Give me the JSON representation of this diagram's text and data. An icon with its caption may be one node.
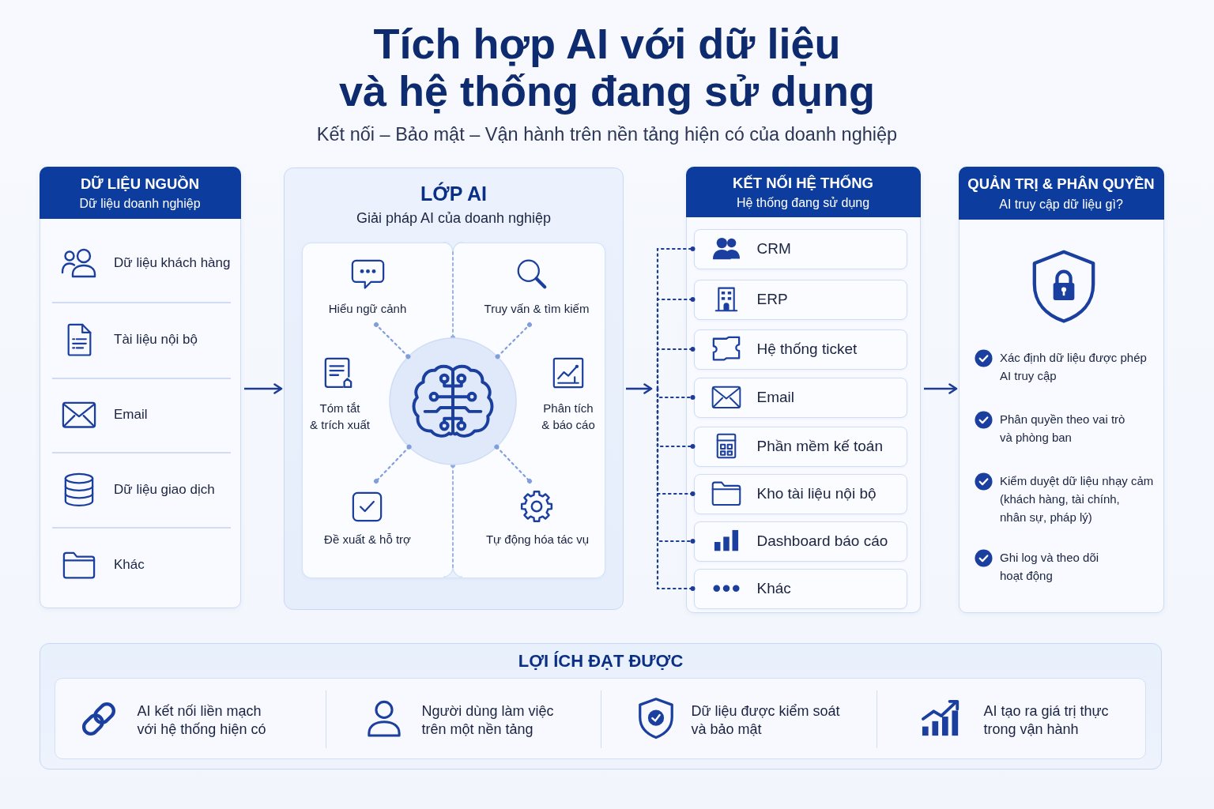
{
  "diagram": {
    "title": "Tích hợp AI với dữ liệu và hệ thống đang sử dụng",
    "nodes": [
      {
        "text": [
          "DỮ LIỆU NGUỒN",
          "Dữ liệu doanh nghiệp",
          "Dữ liệu khách hàng",
          "Tài liệu nội bộ",
          "Email",
          "Dữ liệu giao dịch",
          "Khác"
        ]
      },
      {
        "text": [
          "LỚP AI",
          "Giải pháp AI của doanh nghiệp"
        ]
      },
      {
        "text": [],
        "shape": "box",
        "in": 1
      },
      {
        "text": [
          "Hiểu ngữ cảnh"
        ],
        "in": 2
      },
      {
        "text": [
          "Truy vấn & tìm kiếm"
        ],
        "in": 2
      },
      {
        "text": [
          "Tóm tắt & trích xuất"
        ],
        "in": 2
      },
      {
        "text": [],
        "shape": "circle",
        "in": 2
      },
      {
        "text": [
          "Phân tích & báo cáo"
        ],
        "in": 2
      },
      {
        "text": [
          "Đề xuất & hỗ trợ"
        ],
        "in": 2
      },
      {
        "text": [
          "Tự động hóa tác vụ"
        ],
        "in": 2
      },
      {
        "text": [
          "KẾT NỐI HỆ THỐNG",
          "Hệ thống đang sử dụng"
        ]
      },
      {
        "text": [
          "CRM"
        ],
        "in": 10
      },
      {
        "text": [
          "ERP"
        ],
        "in": 10
      },
      {
        "text": [
          "Hệ thống ticket"
        ],
        "in": 10
      },
      {
        "text": [
          "Email"
        ],
        "in": 10
      },
      {
        "text": [
          "Phần mềm kế toán"
        ],
        "in": 10
      },
      {
        "text": [
          "Kho tài liệu nội bộ"
        ],
        "in": 10
      },
      {
        "text": [
          "Dashboard báo cáo"
        ],
        "in": 10
      },
      {
        "text": [
          "Khác"
        ],
        "in": 10
      },
      {
        "text": [
          "QUẢN TRỊ & PHÂN QUYỀN",
          "AI truy cập dữ liệu gì?",
          "Xác định dữ liệu được phép AI truy cập",
          "Phân quyền theo vai trò và phòng ban",
          "Kiểm duyệt dữ liệu nhạy cảm (khách hàng, tài chính, nhân sự, pháp lý)",
          "Ghi log và theo dõi hoạt động"
        ]
      },
      {
        "text": [
          "LỢI ÍCH ĐẠT ĐƯỢC"
        ]
      },
      {
        "text": [
          "AI kết nối liền mạch với hệ thống hiện có",
          "Người dùng làm việc trên một nền tảng",
          "Dữ liệu được kiểm soát và bảo mật",
          "AI tạo ra giá trị thực trong vận hành"
        ],
        "in": 20
      }
    ],
    "edges": [
      {
        "from": 0,
        "to": 1,
        "arrow": "to"
      },
      {
        "from": 6,
        "to": 3,
        "arrow": "other",
        "style": "dashed",
        "color": "#7f9edb"
      },
      {
        "from": 6,
        "to": 4,
        "arrow": "other",
        "style": "dashed",
        "color": "#7f9edb"
      },
      {
        "from": 6,
        "to": 8,
        "arrow": "other",
        "style": "dashed",
        "color": "#7f9edb"
      },
      {
        "from": 6,
        "to": 9,
        "arrow": "other",
        "style": "dashed",
        "color": "#7f9edb"
      },
      {
        "from": 1,
        "to": null,
        "arrow": "to"
      },
      {
        "from": null,
        "to": 11,
        "arrow": "other",
        "style": "dashed"
      },
      {
        "from": null,
        "to": 12,
        "arrow": "other",
        "style": "dashed"
      },
      {
        "from": null,
        "to": 13,
        "arrow": "other",
        "style": "dashed"
      },
      {
        "from": null,
        "to": 14,
        "arrow": "other",
        "style": "dashed"
      },
      {
        "from": null,
        "to": 15,
        "arrow": "other",
        "style": "dashed"
      },
      {
        "from": null,
        "to": 16,
        "arrow": "other",
        "style": "dashed"
      },
      {
        "from": null,
        "to": 17,
        "arrow": "other",
        "style": "dashed"
      },
      {
        "from": null,
        "to": 18,
        "arrow": "other",
        "style": "dashed"
      },
      {
        "from": 10,
        "to": 19,
        "arrow": "to"
      }
    ],
    "labels": [
      "Kết nối – Bảo mật – Vận hành trên nền tảng hiện có của doanh nghiệp"
    ]
  }
}
